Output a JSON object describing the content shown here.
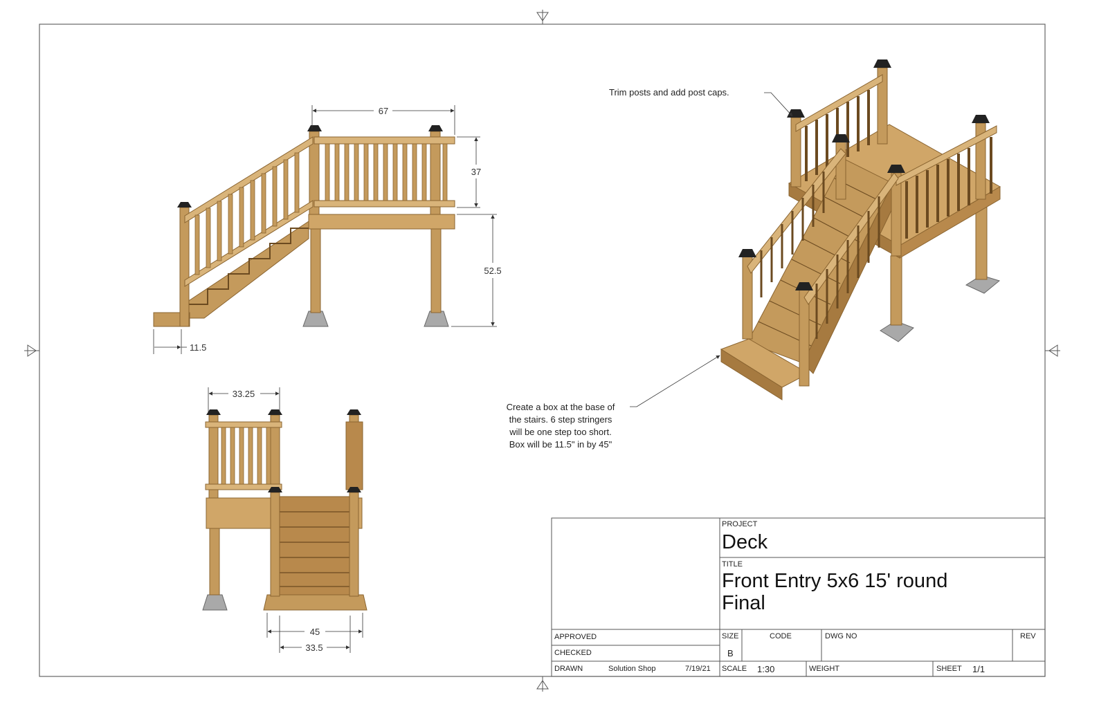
{
  "dimensions": {
    "side_width": "67",
    "rail_height": "37",
    "deck_height": "52.5",
    "box_depth": "11.5",
    "front_rail_width": "33.25",
    "box_width": "45",
    "stair_width": "33.5"
  },
  "notes": {
    "post_caps": "Trim posts and add post caps.",
    "box_lines": [
      "Create a box at the base of",
      "the stairs. 6 step stringers",
      "will be one step too short.",
      "Box will be 11.5\" in by 45\""
    ]
  },
  "title_block": {
    "project_label": "PROJECT",
    "project": "Deck",
    "title_label": "TITLE",
    "title_line1": "Front Entry 5x6 15' round",
    "title_line2": "Final",
    "approved_label": "APPROVED",
    "checked_label": "CHECKED",
    "drawn_label": "DRAWN",
    "drawn_by": "Solution Shop",
    "drawn_date": "7/19/21",
    "size_label": "SIZE",
    "size": "B",
    "code_label": "CODE",
    "dwg_no_label": "DWG NO",
    "rev_label": "REV",
    "scale_label": "SCALE",
    "scale": "1:30",
    "weight_label": "WEIGHT",
    "sheet_label": "SHEET",
    "sheet": "1/1"
  },
  "colors": {
    "wood": "#c49a5c",
    "wood_dark": "#8a6430",
    "wood_light": "#d9b47a",
    "footing": "#a9a9a9",
    "cap": "#222222",
    "border": "#555555"
  }
}
